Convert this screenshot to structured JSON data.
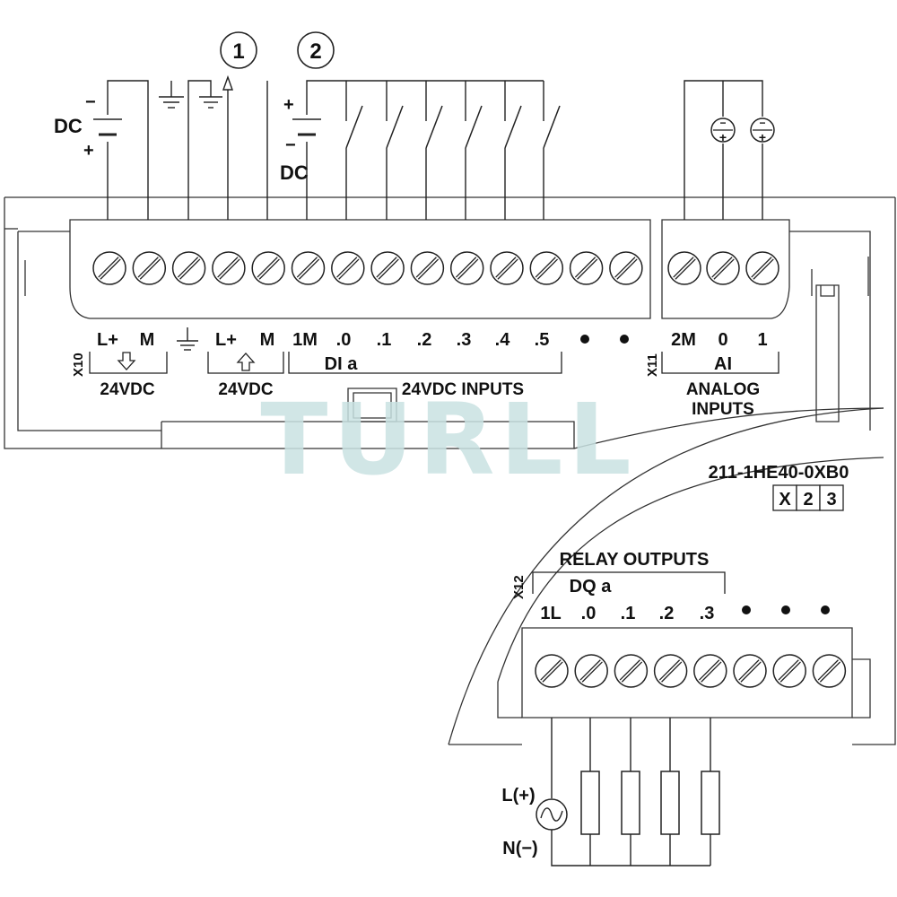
{
  "callouts": {
    "c1": "1",
    "c2": "2"
  },
  "power_in": {
    "dc_label": "DC",
    "minus": "−",
    "plus": "+"
  },
  "sensor_supply": {
    "dc_label": "DC",
    "plus": "+",
    "minus": "−"
  },
  "analog_sources": {
    "minus": "−",
    "plus": "+"
  },
  "top_connector": {
    "x10_label": "X10",
    "power": {
      "l_plus": "L+",
      "m": "M",
      "caption": "24VDC"
    },
    "sensor_out": {
      "l_plus": "L+",
      "m": "M",
      "caption": "24VDC"
    },
    "inputs": {
      "terminals": [
        "1M",
        ".0",
        ".1",
        ".2",
        ".3",
        ".4",
        ".5"
      ],
      "group": "DI a",
      "caption": "24VDC INPUTS"
    },
    "x11_label": "X11",
    "analog": {
      "terminals": [
        "2M",
        "0",
        "1"
      ],
      "group": "AI",
      "caption_line1": "ANALOG",
      "caption_line2": "INPUTS"
    }
  },
  "order_number": "211-1HE40-0XB0",
  "version_boxes": [
    "X",
    "2",
    "3"
  ],
  "bottom_connector": {
    "x12_label": "X12",
    "title": "RELAY OUTPUTS",
    "group": "DQ a",
    "terminals": [
      "1L",
      ".0",
      ".1",
      ".2",
      ".3"
    ]
  },
  "ac_source": {
    "l_label": "L(+)",
    "n_label": "N(−)"
  },
  "watermark": "TURLL",
  "icons": [
    "screw-terminal-icon",
    "ground-icon",
    "battery-icon",
    "switch-icon",
    "ac-source-icon",
    "load-icon",
    "arrow-down-icon",
    "arrow-up-icon"
  ]
}
